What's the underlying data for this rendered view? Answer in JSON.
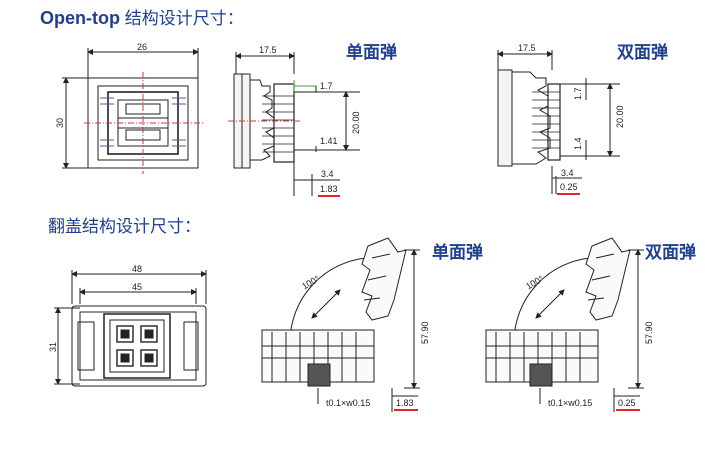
{
  "section1": {
    "title_en": "Open-top",
    "title_cn": " 结构设计尺寸："
  },
  "section2": {
    "title": "翻盖结构设计尺寸："
  },
  "labels": {
    "single": "单面弹",
    "double": "双面弹"
  },
  "dims_opentop_top": {
    "width": "26",
    "height": "30"
  },
  "dims_opentop_single": {
    "depth": "17.5",
    "d1": "1.7",
    "d2": "20.00",
    "d3": "1.41",
    "d4": "3.4",
    "d5": "1.83"
  },
  "dims_opentop_double": {
    "depth": "17.5",
    "d1": "1.7",
    "d2": "20.00",
    "d3": "1.4",
    "d4": "3.4",
    "d5": "0.25"
  },
  "dims_flip_top": {
    "outer": "48",
    "inner": "45",
    "height": "31"
  },
  "dims_flip_single": {
    "angle": "100°",
    "height": "57.90",
    "tol": "t0.1×w0.15",
    "offset": "1.83"
  },
  "dims_flip_double": {
    "angle": "100°",
    "height": "57.90",
    "tol": "t0.1×w0.15",
    "offset": "0.25"
  },
  "colors": {
    "heading": "#1f3f8f",
    "highlight": "#e0262a",
    "centerline": "#d43a3a",
    "green": "#3aa13a",
    "line": "#222222"
  }
}
